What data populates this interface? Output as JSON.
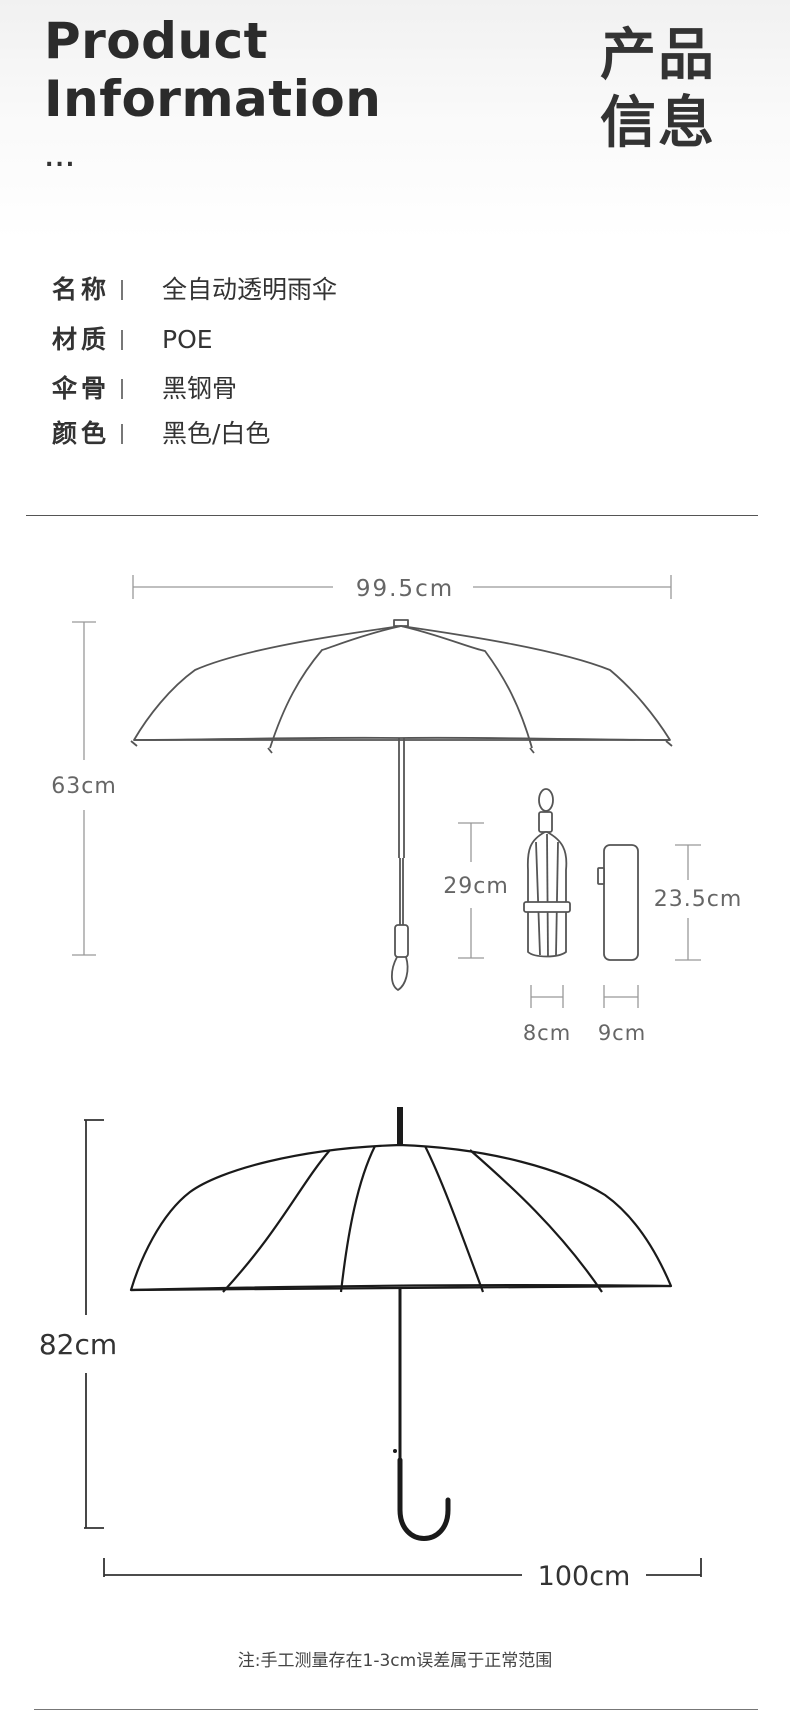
{
  "header": {
    "title_en_line1": "Product",
    "title_en_line2": "Information",
    "ellipsis": "...",
    "title_cn_line1": "产品",
    "title_cn_line2": "信息"
  },
  "info": [
    {
      "label": "名称",
      "value": "全自动透明雨伞"
    },
    {
      "label": "材质",
      "value": "POE"
    },
    {
      "label": "伞骨",
      "value": "黑钢骨"
    },
    {
      "label": "颜色",
      "value": "黑色/白色"
    }
  ],
  "folding_umbrella": {
    "width": "99.5cm",
    "height": "63cm"
  },
  "folded": {
    "length": "29cm",
    "width": "8cm"
  },
  "case": {
    "length": "23.5cm",
    "width": "9cm"
  },
  "long_umbrella": {
    "height": "82cm",
    "width": "100cm"
  },
  "note": "注:手工测量存在1-3cm误差属于正常范围"
}
